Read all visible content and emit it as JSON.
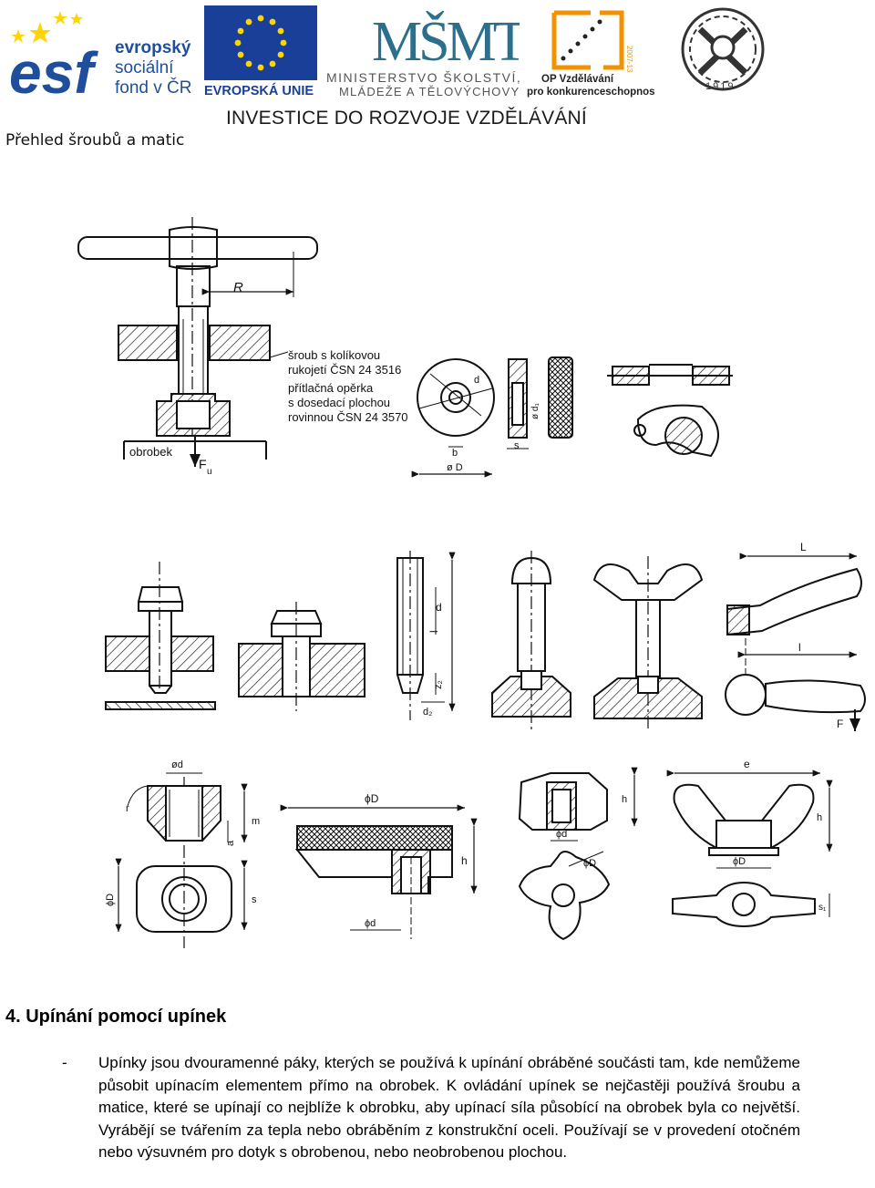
{
  "header": {
    "esf_lines": [
      "evropský",
      "sociální",
      "fond v ČR"
    ],
    "esf_mark": "esf",
    "eu_label": "EVROPSKÁ UNIE",
    "msmt_mark": "MŠMT",
    "msmt_lines": [
      "MINISTERSTVO ŠKOLSTVÍ,",
      "MLÁDEŽE A TĚLOVÝCHOVY"
    ],
    "op_lines": [
      "OP Vzdělávání",
      "pro konkurenceschopnost"
    ],
    "op_years": "2007-13",
    "school_year": "1919",
    "investice": "INVESTICE DO ROZVOJE VZDĚLÁVÁNÍ",
    "page_title": "Přehled šroubů a matic"
  },
  "figure": {
    "labels": {
      "R": "R",
      "obrobek": "obrobek",
      "Fu": "F",
      "Fu_sub": "u",
      "annot": [
        "šroub s kolíkovou",
        "rukojetí ČSN 24 3516",
        "přítlačná opěrka",
        "s dosedací plochou",
        "rovinnou ČSN 24 3570"
      ],
      "d": "d",
      "b": "b",
      "s": "s",
      "phiD": "ø D",
      "phid1": "ø d₁",
      "l": "l",
      "z2": "z₂",
      "d2": "d₂",
      "L": "L",
      "F": "F",
      "phid_top": "ød",
      "r": "r",
      "m": "m",
      "a": "a",
      "phiD_big": "ϕD",
      "h": "h",
      "phid_bottom": "ϕd",
      "phiD_left": "ϕD",
      "s_left": "s",
      "phid_star": "ϕd",
      "phiD_star": "ϕD",
      "e": "e",
      "phiD_wing": "ϕD",
      "s1": "s₁"
    }
  },
  "section": {
    "heading": "4. Upínání pomocí upínek",
    "bullet_dash": "-",
    "bullet_text": "Upínky jsou dvouramenné páky, kterých se používá k upínání obráběné součásti tam, kde nemůžeme působit upínacím elementem přímo na obrobek. K ovládání upínek se nejčastěji používá šroubu a matice, které se upínají co nejblíže k obrobku, aby upínací síla působící na obrobek byla co největší. Vyrábějí se tvářením za tepla nebo obráběním z konstrukční oceli. Používají se v provedení otočném nebo výsuvném pro dotyk s obrobenou, nebo neobrobenou plochou."
  },
  "colors": {
    "esf_blue": "#1f4e9c",
    "eu_blue": "#1a3f99",
    "eu_star": "#ffd400",
    "msmt_teal": "#2b6f8c",
    "op_orange": "#f39200"
  }
}
